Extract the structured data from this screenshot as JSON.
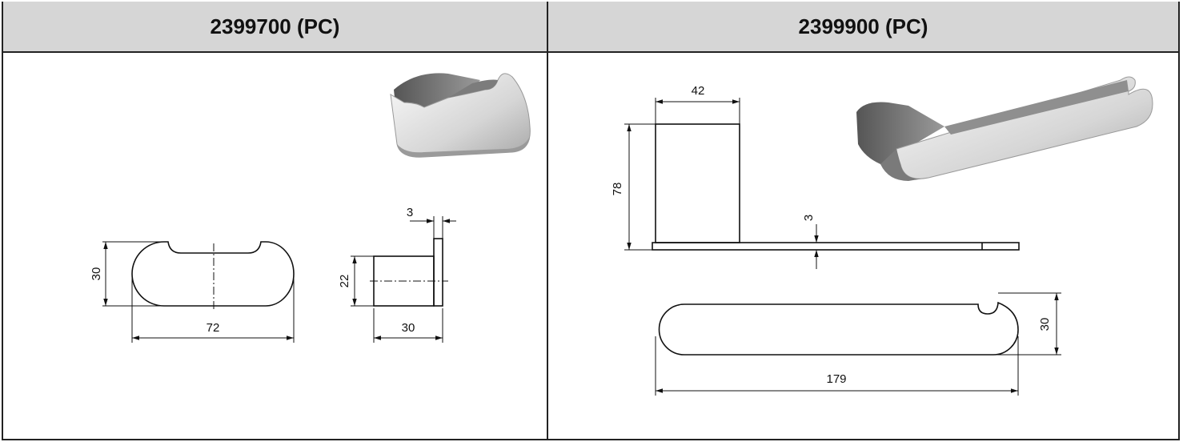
{
  "left_panel": {
    "title": "2399700 (PC)",
    "dim_height": "30",
    "dim_width": "72",
    "dim_plate_thickness": "3",
    "dim_body_height": "22",
    "dim_depth": "30"
  },
  "right_panel": {
    "title": "2399900 (PC)",
    "dim_plate_width": "42",
    "dim_height": "78",
    "dim_bar_thickness": "3",
    "dim_length": "179",
    "dim_bar_depth": "30"
  }
}
